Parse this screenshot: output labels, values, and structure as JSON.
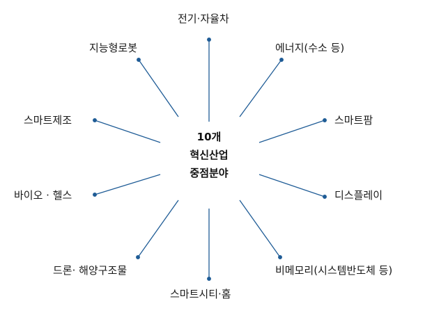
{
  "center": {
    "line1": "10개",
    "line2": "혁신산업",
    "line3": "중점분야"
  },
  "nodes": [
    {
      "id": "n1",
      "label": "전기·자율차"
    },
    {
      "id": "n2",
      "label": "에너지(수소 등)"
    },
    {
      "id": "n3",
      "label": "스마트팜"
    },
    {
      "id": "n4",
      "label": "디스플레이"
    },
    {
      "id": "n5",
      "label": "비메모리(시스템반도체 등)"
    },
    {
      "id": "n6",
      "label": "스마트시티·홈"
    },
    {
      "id": "n7",
      "label": "드론· 해양구조물"
    },
    {
      "id": "n8",
      "label": "바이오 · 헬스"
    },
    {
      "id": "n9",
      "label": "스마트제조"
    },
    {
      "id": "n10",
      "label": "지능형로봇"
    }
  ],
  "colors": {
    "line": "#1f5c96",
    "text": "#1a1a1a"
  }
}
